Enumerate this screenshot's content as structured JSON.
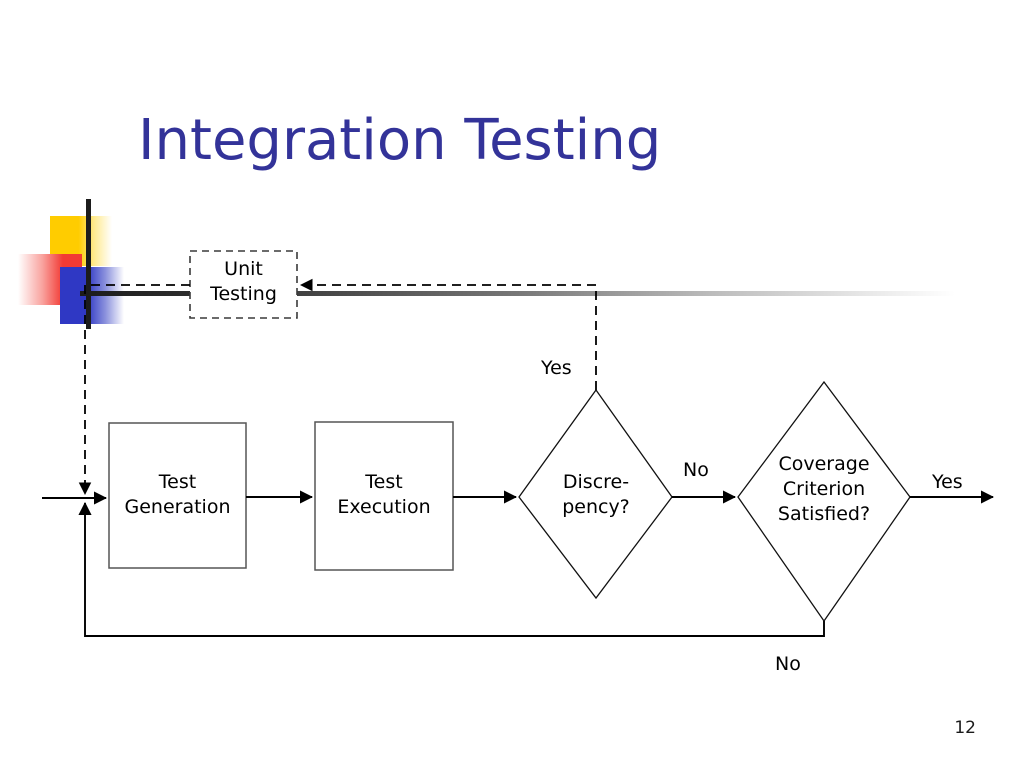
{
  "slide": {
    "title": "Integration Testing",
    "page_number": "12",
    "title_color": "#333399",
    "background": "#ffffff"
  },
  "decoration": {
    "yellow_color": "#FFCC00",
    "red_color": "#F23A34",
    "blue_color": "#2F38C4",
    "rule_color": "#1C1C1C"
  },
  "diagram": {
    "type": "flowchart",
    "nodes": [
      {
        "id": "unit-testing",
        "shape": "rect-dashed",
        "label": "Unit\nTesting"
      },
      {
        "id": "test-generation",
        "shape": "rect",
        "label": "Test\nGeneration"
      },
      {
        "id": "test-execution",
        "shape": "rect",
        "label": "Test\nExecution"
      },
      {
        "id": "discrepency",
        "shape": "diamond",
        "label": "Discre-\npency?"
      },
      {
        "id": "coverage",
        "shape": "diamond",
        "label": "Coverage\nCriterion\nSatisfied?"
      }
    ],
    "edges": [
      {
        "id": "entry",
        "from": "start",
        "to": "test-generation",
        "label": "",
        "style": "solid"
      },
      {
        "id": "gen-to-exec",
        "from": "test-generation",
        "to": "test-execution",
        "label": "",
        "style": "solid"
      },
      {
        "id": "exec-to-discrepency",
        "from": "test-execution",
        "to": "discrepency",
        "label": "",
        "style": "solid"
      },
      {
        "id": "discrepency-yes",
        "from": "discrepency",
        "to": "unit-testing",
        "label": "Yes",
        "style": "dashed"
      },
      {
        "id": "discrepency-no",
        "from": "discrepency",
        "to": "coverage",
        "label": "No",
        "style": "solid"
      },
      {
        "id": "unit-to-generation",
        "from": "unit-testing",
        "to": "test-generation",
        "label": "",
        "style": "dashed"
      },
      {
        "id": "coverage-yes",
        "from": "coverage",
        "to": "end",
        "label": "Yes",
        "style": "solid"
      },
      {
        "id": "coverage-no",
        "from": "coverage",
        "to": "test-generation",
        "label": "No",
        "style": "solid"
      }
    ],
    "labels": {
      "discrepency_yes": "Yes",
      "discrepency_no": "No",
      "coverage_yes": "Yes",
      "coverage_no": "No"
    }
  }
}
